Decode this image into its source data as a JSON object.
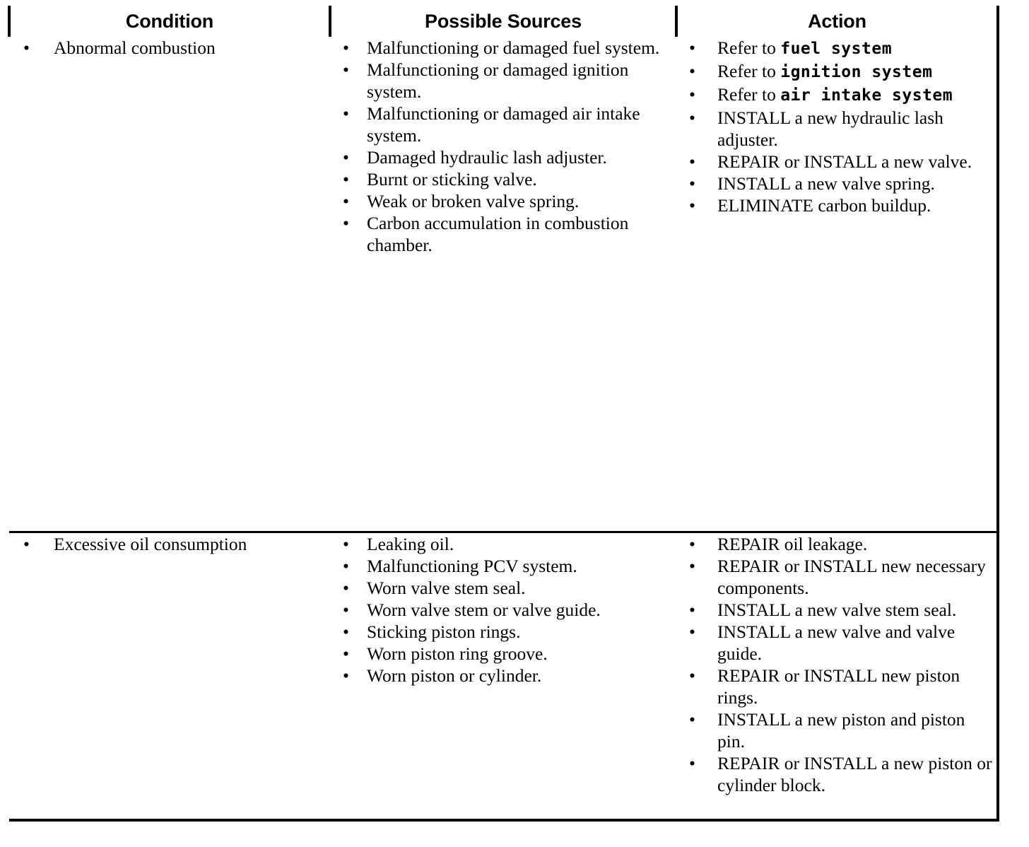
{
  "table": {
    "headers": [
      "Condition",
      "Possible Sources",
      "Action"
    ],
    "rows": [
      {
        "condition": [
          {
            "text": "Abnormal combustion"
          }
        ],
        "possible_sources": [
          {
            "text": "Malfunctioning or damaged fuel system.",
            "gap": "sm"
          },
          {
            "text": "Malfunctioning or damaged ignition system.",
            "gap": "xl"
          },
          {
            "text": "Malfunctioning or damaged air intake system.",
            "gap": "xl"
          },
          {
            "text": "Damaged hydraulic lash adjuster.",
            "gap": "xl"
          },
          {
            "text": "Burnt or sticking valve.",
            "gap": "sm"
          },
          {
            "text": "Weak or broken valve spring.",
            "gap": "md"
          },
          {
            "text": "Carbon accumulation in combustion chamber.",
            "gap": "md"
          }
        ],
        "action": [
          {
            "prefix": "Refer to ",
            "mono": "fuel system",
            "gap": "sm"
          },
          {
            "prefix": "Refer to ",
            "mono": "ignition system",
            "gap": "xl"
          },
          {
            "prefix": "Refer to ",
            "mono": "air intake system",
            "gap": "xl"
          },
          {
            "text": "INSTALL a new hydraulic lash adjuster.",
            "gap": "xl"
          },
          {
            "text": "REPAIR or INSTALL a new valve.",
            "gap": "sm"
          },
          {
            "text": "INSTALL a new valve spring.",
            "gap": "sm"
          },
          {
            "text": "ELIMINATE carbon buildup.",
            "gap": "sm"
          }
        ]
      },
      {
        "condition": [
          {
            "text": "Excessive oil consumption"
          }
        ],
        "possible_sources": [
          {
            "text": "Leaking oil.",
            "gap": "sm"
          },
          {
            "text": "Malfunctioning PCV system.",
            "gap": "sm"
          },
          {
            "text": "Worn valve stem seal.",
            "gap": "md"
          },
          {
            "text": "Worn valve stem or valve guide.",
            "gap": "md"
          },
          {
            "text": "Sticking piston rings.",
            "gap": "sm"
          },
          {
            "text": "Worn piston ring groove.",
            "gap": "md"
          },
          {
            "text": "Worn piston or cylinder.",
            "gap": "md"
          }
        ],
        "action": [
          {
            "text": "REPAIR oil leakage.",
            "gap": "sm"
          },
          {
            "text": "REPAIR or INSTALL new necessary components.",
            "gap": "sm"
          },
          {
            "text": "INSTALL a new valve stem seal.",
            "gap": "sm"
          },
          {
            "text": "INSTALL a new valve and valve guide.",
            "gap": "sm"
          },
          {
            "text": "REPAIR or INSTALL new piston rings.",
            "gap": "sm"
          },
          {
            "text": "INSTALL a new piston and piston pin.",
            "gap": "sm"
          },
          {
            "text": "REPAIR or INSTALL a new piston or cylinder block.",
            "gap": "sm"
          }
        ]
      }
    ],
    "bullet_glyph": "•"
  },
  "colors": {
    "text": "#000000",
    "border": "#000000",
    "background": "#ffffff"
  }
}
